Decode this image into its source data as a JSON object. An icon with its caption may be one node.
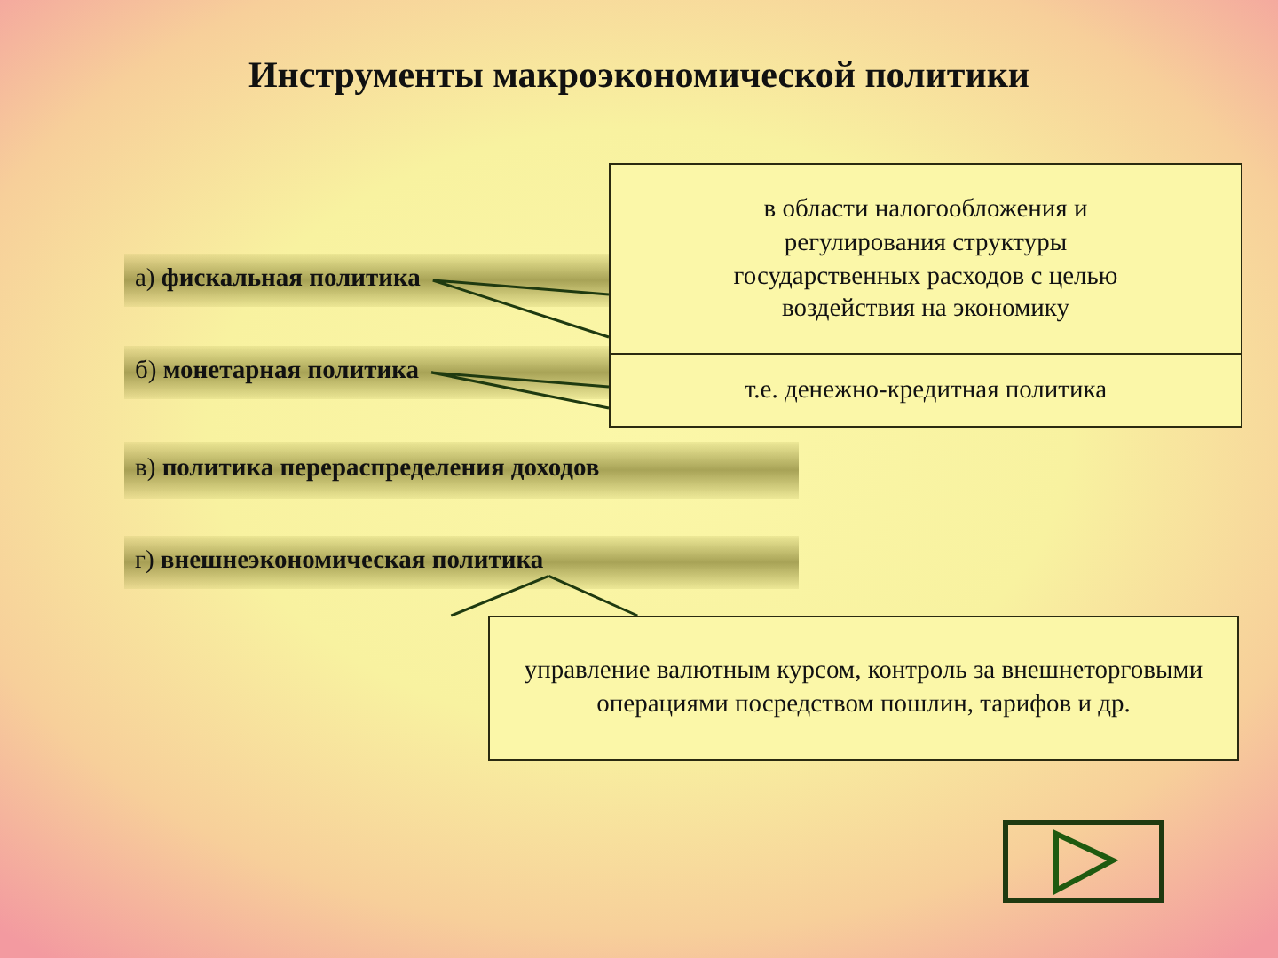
{
  "diagram": {
    "title": "Инструменты макроэкономической политики",
    "nodes": [
      {
        "text": [
          "а) **фискальная политика**"
        ]
      },
      {
        "text": [
          "б) **монетарная политика**"
        ]
      },
      {
        "text": [
          "в) **политика перераспределения доходов**"
        ]
      },
      {
        "text": [
          "г) **внешнеэкономическая политика**"
        ]
      },
      {
        "text": [
          "в области налогообложения и регулирования структуры государственных расходов с целью воздействия на экономику"
        ]
      },
      {
        "text": [
          "т.е. денежно-кредитная политика"
        ]
      },
      {
        "text": [
          "управление валютным курсом, контроль за внешнеторговыми операциями посредством пошлин, тарифов и др."
        ]
      }
    ],
    "edges": [
      {
        "from": 4,
        "to": 0,
        "arrow": "none"
      },
      {
        "from": 5,
        "to": 1,
        "arrow": "none"
      },
      {
        "from": 6,
        "to": 3,
        "arrow": "none"
      }
    ]
  }
}
